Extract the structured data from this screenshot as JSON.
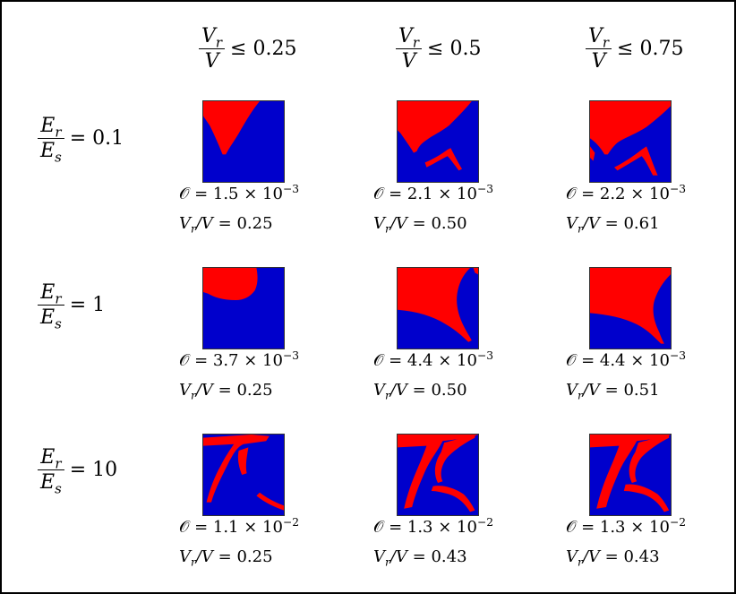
{
  "colors": {
    "solid": "#ff0000",
    "void": "#0000cc"
  },
  "column_headers": [
    {
      "num": "V",
      "num_sub": "r",
      "den": "V",
      "rel": "≤ 0.25"
    },
    {
      "num": "V",
      "num_sub": "r",
      "den": "V",
      "rel": "≤ 0.5"
    },
    {
      "num": "V",
      "num_sub": "r",
      "den": "V",
      "rel": "≤ 0.75"
    }
  ],
  "row_headers": [
    {
      "num": "E",
      "num_sub": "r",
      "den": "E",
      "den_sub": "s",
      "rel": "= 0.1"
    },
    {
      "num": "E",
      "num_sub": "r",
      "den": "E",
      "den_sub": "s",
      "rel": "= 1"
    },
    {
      "num": "E",
      "num_sub": "r",
      "den": "E",
      "den_sub": "s",
      "rel": "= 10"
    }
  ],
  "cells": [
    [
      {
        "obj_symbol": "𝒪",
        "obj_mantissa": "= 1.5 × 10",
        "obj_exp": "−3",
        "vf_lhs": "V",
        "vf_sub": "r",
        "vf_mid": "/V",
        "vf_val": "= 0.25"
      },
      {
        "obj_symbol": "𝒪",
        "obj_mantissa": "= 2.1 × 10",
        "obj_exp": "−3",
        "vf_lhs": "V",
        "vf_sub": "r",
        "vf_mid": "/V",
        "vf_val": "= 0.50"
      },
      {
        "obj_symbol": "𝒪",
        "obj_mantissa": "= 2.2 × 10",
        "obj_exp": "−3",
        "vf_lhs": "V",
        "vf_sub": "r",
        "vf_mid": "/V",
        "vf_val": "= 0.61"
      }
    ],
    [
      {
        "obj_symbol": "𝒪",
        "obj_mantissa": "= 3.7 × 10",
        "obj_exp": "−3",
        "vf_lhs": "V",
        "vf_sub": "r",
        "vf_mid": "/V",
        "vf_val": "= 0.25"
      },
      {
        "obj_symbol": "𝒪",
        "obj_mantissa": "= 4.4 × 10",
        "obj_exp": "−3",
        "vf_lhs": "V",
        "vf_sub": "r",
        "vf_mid": "/V",
        "vf_val": "= 0.50"
      },
      {
        "obj_symbol": "𝒪",
        "obj_mantissa": "= 4.4 × 10",
        "obj_exp": "−3",
        "vf_lhs": "V",
        "vf_sub": "r",
        "vf_mid": "/V",
        "vf_val": "= 0.51"
      }
    ],
    [
      {
        "obj_symbol": "𝒪",
        "obj_mantissa": "= 1.1 × 10",
        "obj_exp": "−2",
        "vf_lhs": "V",
        "vf_sub": "r",
        "vf_mid": "/V",
        "vf_val": "= 0.25"
      },
      {
        "obj_symbol": "𝒪",
        "obj_mantissa": "= 1.3 × 10",
        "obj_exp": "−2",
        "vf_lhs": "V",
        "vf_sub": "r",
        "vf_mid": "/V",
        "vf_val": "= 0.43"
      },
      {
        "obj_symbol": "𝒪",
        "obj_mantissa": "= 1.3 × 10",
        "obj_exp": "−2",
        "vf_lhs": "V",
        "vf_sub": "r",
        "vf_mid": "/V",
        "vf_val": "= 0.43"
      }
    ]
  ]
}
